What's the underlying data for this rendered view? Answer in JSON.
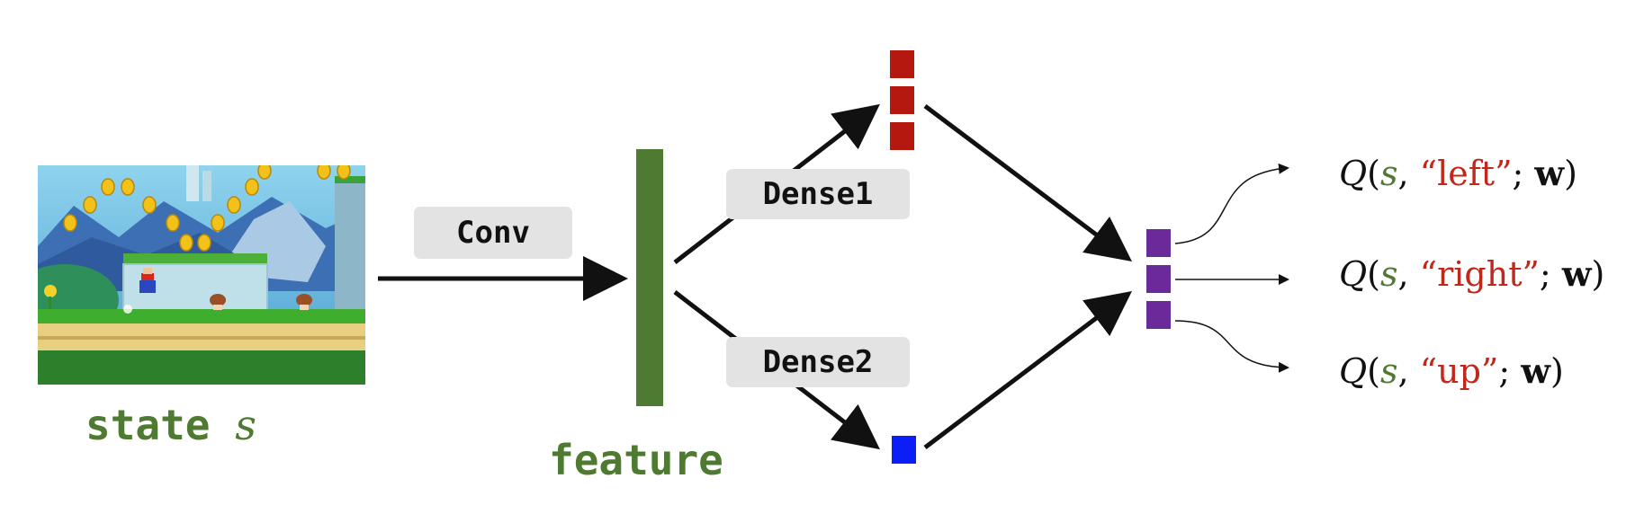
{
  "state_caption": {
    "word": "state",
    "var": "s"
  },
  "conv_label": "Conv",
  "feature_caption": "feature",
  "dense1_label": "Dense1",
  "dense2_label": "Dense2",
  "q_outputs": [
    {
      "prefix": "Q",
      "state": "s",
      "action": "“left”",
      "weights": "w"
    },
    {
      "prefix": "Q",
      "state": "s",
      "action": "“right”",
      "weights": "w"
    },
    {
      "prefix": "Q",
      "state": "s",
      "action": "“up”",
      "weights": "w"
    }
  ],
  "colors": {
    "green": "#4f7a32",
    "red": "#b5180e",
    "blue": "#0b1ef5",
    "purple": "#6a2a9a",
    "action_text": "#c0281c"
  },
  "image": {
    "description_icon": "game-screenshot"
  }
}
